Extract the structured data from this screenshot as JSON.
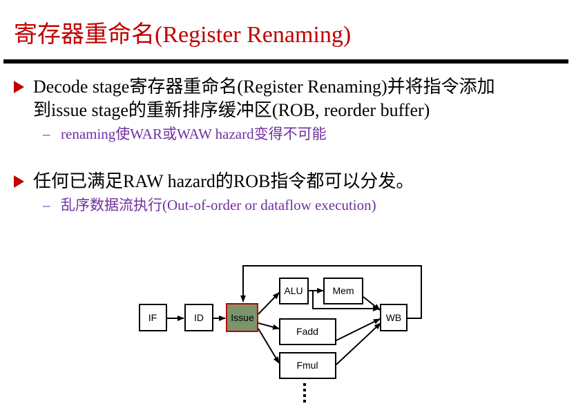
{
  "title": "寄存器重命名(Register Renaming)",
  "bullets": [
    {
      "line1": "Decode stage寄存器重命名(Register Renaming)并将指令添加",
      "line2": "到issue stage的重新排序缓冲区(ROB, reorder buffer)",
      "sub": "renaming使WAR或WAW hazard变得不可能"
    },
    {
      "line1": "任何已满足RAW hazard的ROB指令都可以分发。",
      "sub": "乱序数据流执行(Out-of-order or dataflow execution)"
    }
  ],
  "sub_marker": "–",
  "diagram": {
    "if": "IF",
    "id": "ID",
    "issue": "Issue",
    "alu": "ALU",
    "mem": "Mem",
    "fadd": "Fadd",
    "fmul": "Fmul",
    "wb": "WB",
    "issue_fill": "#7a956a",
    "issue_border": "#c00000"
  },
  "colors": {
    "title": "#c00000",
    "bullet_arrow": "#c00000",
    "sub_text": "#7030a0"
  }
}
